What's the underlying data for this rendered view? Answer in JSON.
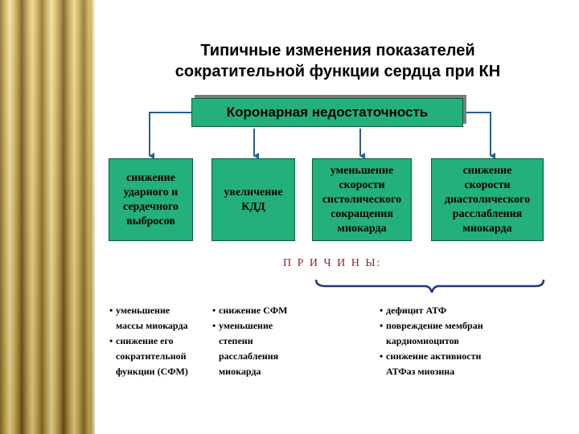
{
  "title": {
    "line1": "Типичные изменения показателей",
    "line2": "сократительной функции сердца при КН"
  },
  "root": {
    "label": "Коронарная недостаточность"
  },
  "boxes": [
    {
      "label": "снижение\nударного и\nсердечного\nвыбросов"
    },
    {
      "label": "увеличение\nКДД"
    },
    {
      "label": "уменьшение\nскорости\nсистолического\nсокращения\nмиокарда"
    },
    {
      "label": "снижение\nскорости\nдиастолического\nрасслабления\nмиокарда"
    }
  ],
  "causes_label": "П Р И Ч И Н Ы:",
  "causes": {
    "col1": [
      "уменьшение\nмассы миокарда",
      "снижение его\nсократительной\nфункции (СФМ)"
    ],
    "col2": [
      "снижение СФМ",
      "уменьшение\nстепени\nрасслабления\nмиокарда"
    ],
    "col3": [
      "дефицит АТФ",
      "повреждение мембран\nкардиомиоцитов",
      "снижение активности\nАТФаз миозина"
    ]
  },
  "colors": {
    "box_fill": "#23b07a",
    "connector": "#2a5d8f",
    "causes_label": "#a01d1d"
  }
}
